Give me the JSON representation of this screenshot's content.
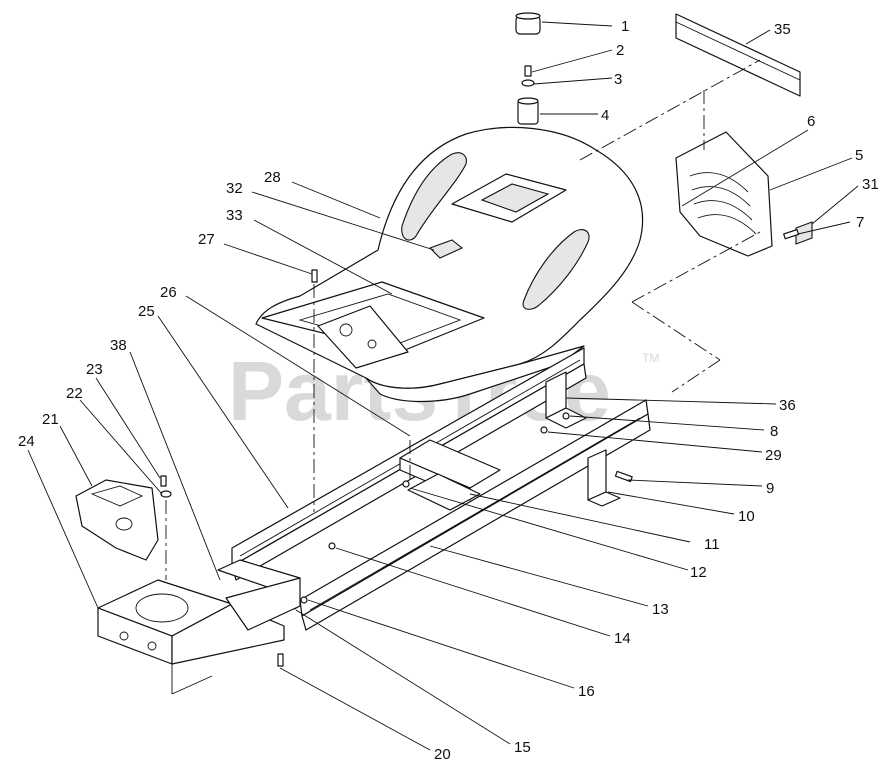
{
  "watermark": {
    "text": "PartsTree",
    "trademark": "TM"
  },
  "callouts": [
    {
      "label": "1"
    },
    {
      "label": "2"
    },
    {
      "label": "3"
    },
    {
      "label": "4"
    },
    {
      "label": "35"
    },
    {
      "label": "6"
    },
    {
      "label": "5"
    },
    {
      "label": "31"
    },
    {
      "label": "7"
    },
    {
      "label": "28"
    },
    {
      "label": "32"
    },
    {
      "label": "33"
    },
    {
      "label": "27"
    },
    {
      "label": "26"
    },
    {
      "label": "25"
    },
    {
      "label": "38"
    },
    {
      "label": "23"
    },
    {
      "label": "22"
    },
    {
      "label": "21"
    },
    {
      "label": "24"
    },
    {
      "label": "36"
    },
    {
      "label": "8"
    },
    {
      "label": "29"
    },
    {
      "label": "9"
    },
    {
      "label": "10"
    },
    {
      "label": "11"
    },
    {
      "label": "12"
    },
    {
      "label": "13"
    },
    {
      "label": "14"
    },
    {
      "label": "16"
    },
    {
      "label": "15"
    },
    {
      "label": "20"
    }
  ]
}
